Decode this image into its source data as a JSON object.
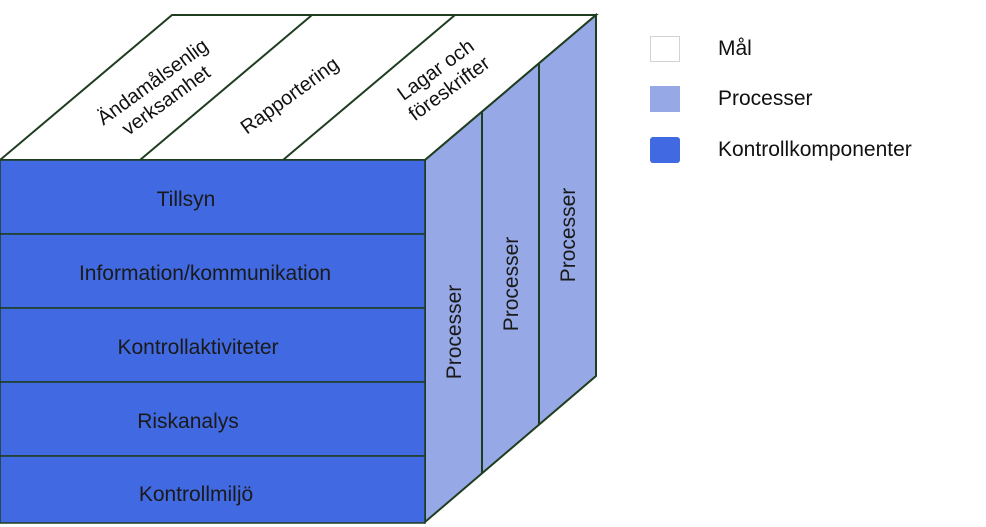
{
  "colors": {
    "mal": "#ffffff",
    "processer": "#96a9e6",
    "kontrollkomponenter": "#4169e1",
    "edge": "#1f3d1f"
  },
  "front_rows": [
    "Tillsyn",
    "Information/kommunikation",
    "Kontrollaktiviteter",
    "Riskanalys",
    "Kontrollmiljö"
  ],
  "top_sections": [
    {
      "line1": "Ändamålsenlig",
      "line2": "verksamhet"
    },
    {
      "line1": "Rapportering"
    },
    {
      "line1": "Lagar och",
      "line2": "föreskrifter"
    }
  ],
  "side_columns": [
    "Processer",
    "Processer",
    "Processer"
  ],
  "legend": [
    {
      "label": "Mål",
      "color_key": "mal"
    },
    {
      "label": "Processer",
      "color_key": "processer"
    },
    {
      "label": "Kontrollkomponenter",
      "color_key": "kontrollkomponenter"
    }
  ]
}
